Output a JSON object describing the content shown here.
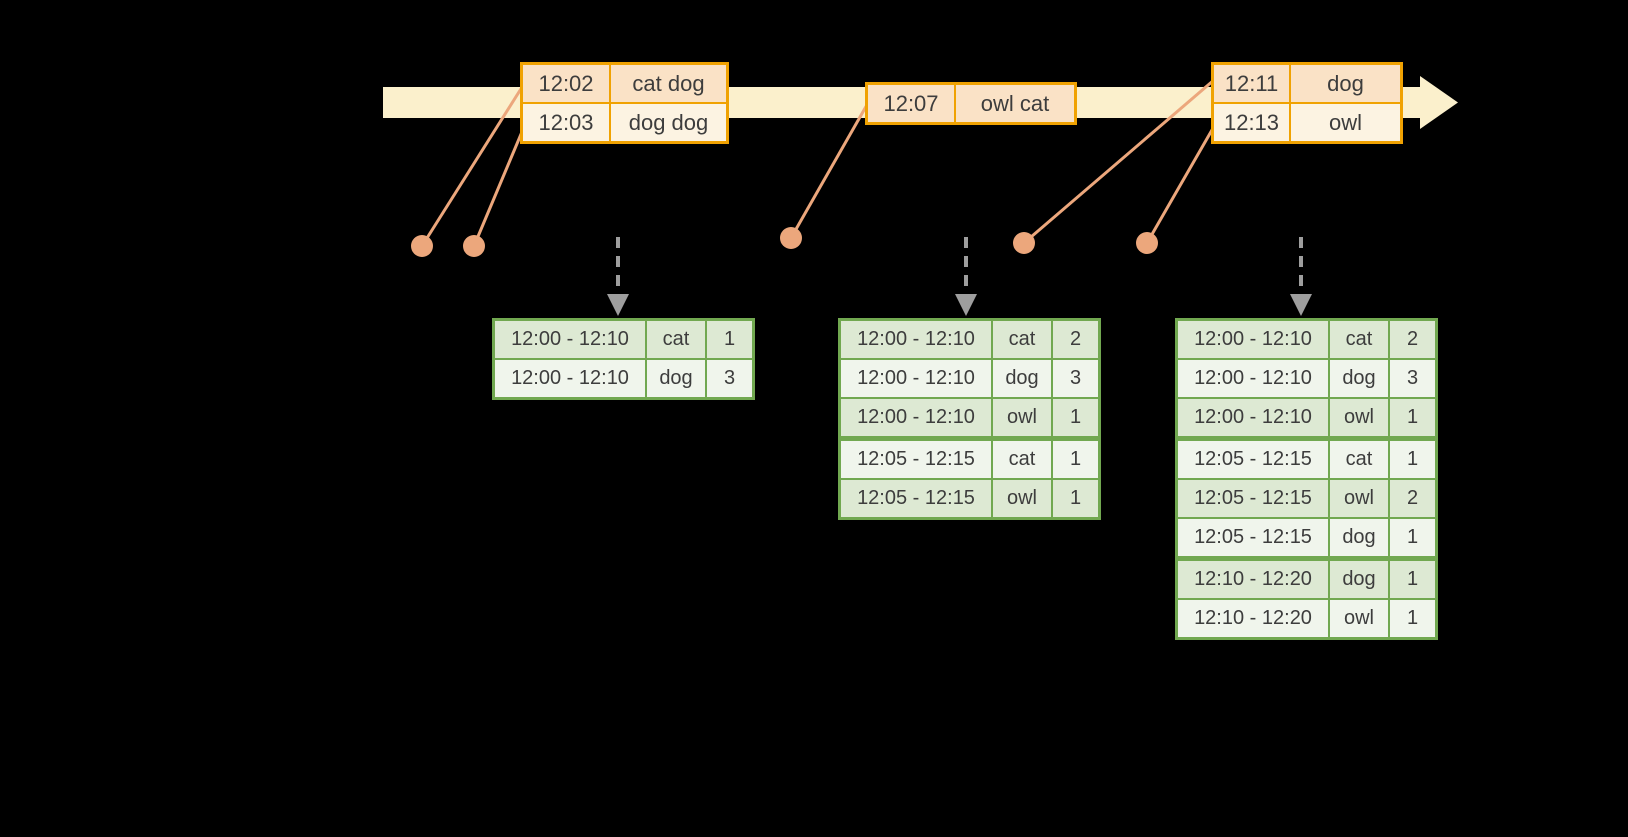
{
  "colors": {
    "background": "#000000",
    "timeline_band": "#FBF0CC",
    "event_border": "#F0A202",
    "event_fill_dark": "#FAE2C6",
    "event_fill_light": "#FCF3E2",
    "connector": "#ECA77C",
    "result_border": "#71A850",
    "result_fill_dark": "#DDE9D3",
    "result_fill_light": "#F0F5EC",
    "trigger_arrow": "#9E9E9E",
    "text": "#3D3D3D"
  },
  "timeline": {
    "event_tables": [
      {
        "rows": [
          {
            "time": "12:02",
            "words": "cat dog"
          },
          {
            "time": "12:03",
            "words": "dog dog"
          }
        ]
      },
      {
        "rows": [
          {
            "time": "12:07",
            "words": "owl cat"
          }
        ]
      },
      {
        "rows": [
          {
            "time": "12:11",
            "words": "dog"
          },
          {
            "time": "12:13",
            "words": "owl"
          }
        ]
      }
    ]
  },
  "result_tables": [
    {
      "rows": [
        {
          "window": "12:00 - 12:10",
          "word": "cat",
          "count": "1"
        },
        {
          "window": "12:00 - 12:10",
          "word": "dog",
          "count": "3"
        }
      ]
    },
    {
      "rows": [
        {
          "window": "12:00 - 12:10",
          "word": "cat",
          "count": "2"
        },
        {
          "window": "12:00 - 12:10",
          "word": "dog",
          "count": "3"
        },
        {
          "window": "12:00 - 12:10",
          "word": "owl",
          "count": "1"
        },
        {
          "window": "12:05 - 12:15",
          "word": "cat",
          "count": "1"
        },
        {
          "window": "12:05 - 12:15",
          "word": "owl",
          "count": "1"
        }
      ]
    },
    {
      "rows": [
        {
          "window": "12:00 - 12:10",
          "word": "cat",
          "count": "2"
        },
        {
          "window": "12:00 - 12:10",
          "word": "dog",
          "count": "3"
        },
        {
          "window": "12:00 - 12:10",
          "word": "owl",
          "count": "1"
        },
        {
          "window": "12:05 - 12:15",
          "word": "cat",
          "count": "1"
        },
        {
          "window": "12:05 - 12:15",
          "word": "owl",
          "count": "2"
        },
        {
          "window": "12:05 - 12:15",
          "word": "dog",
          "count": "1"
        },
        {
          "window": "12:10 - 12:20",
          "word": "dog",
          "count": "1"
        },
        {
          "window": "12:10 - 12:20",
          "word": "owl",
          "count": "1"
        }
      ]
    }
  ]
}
